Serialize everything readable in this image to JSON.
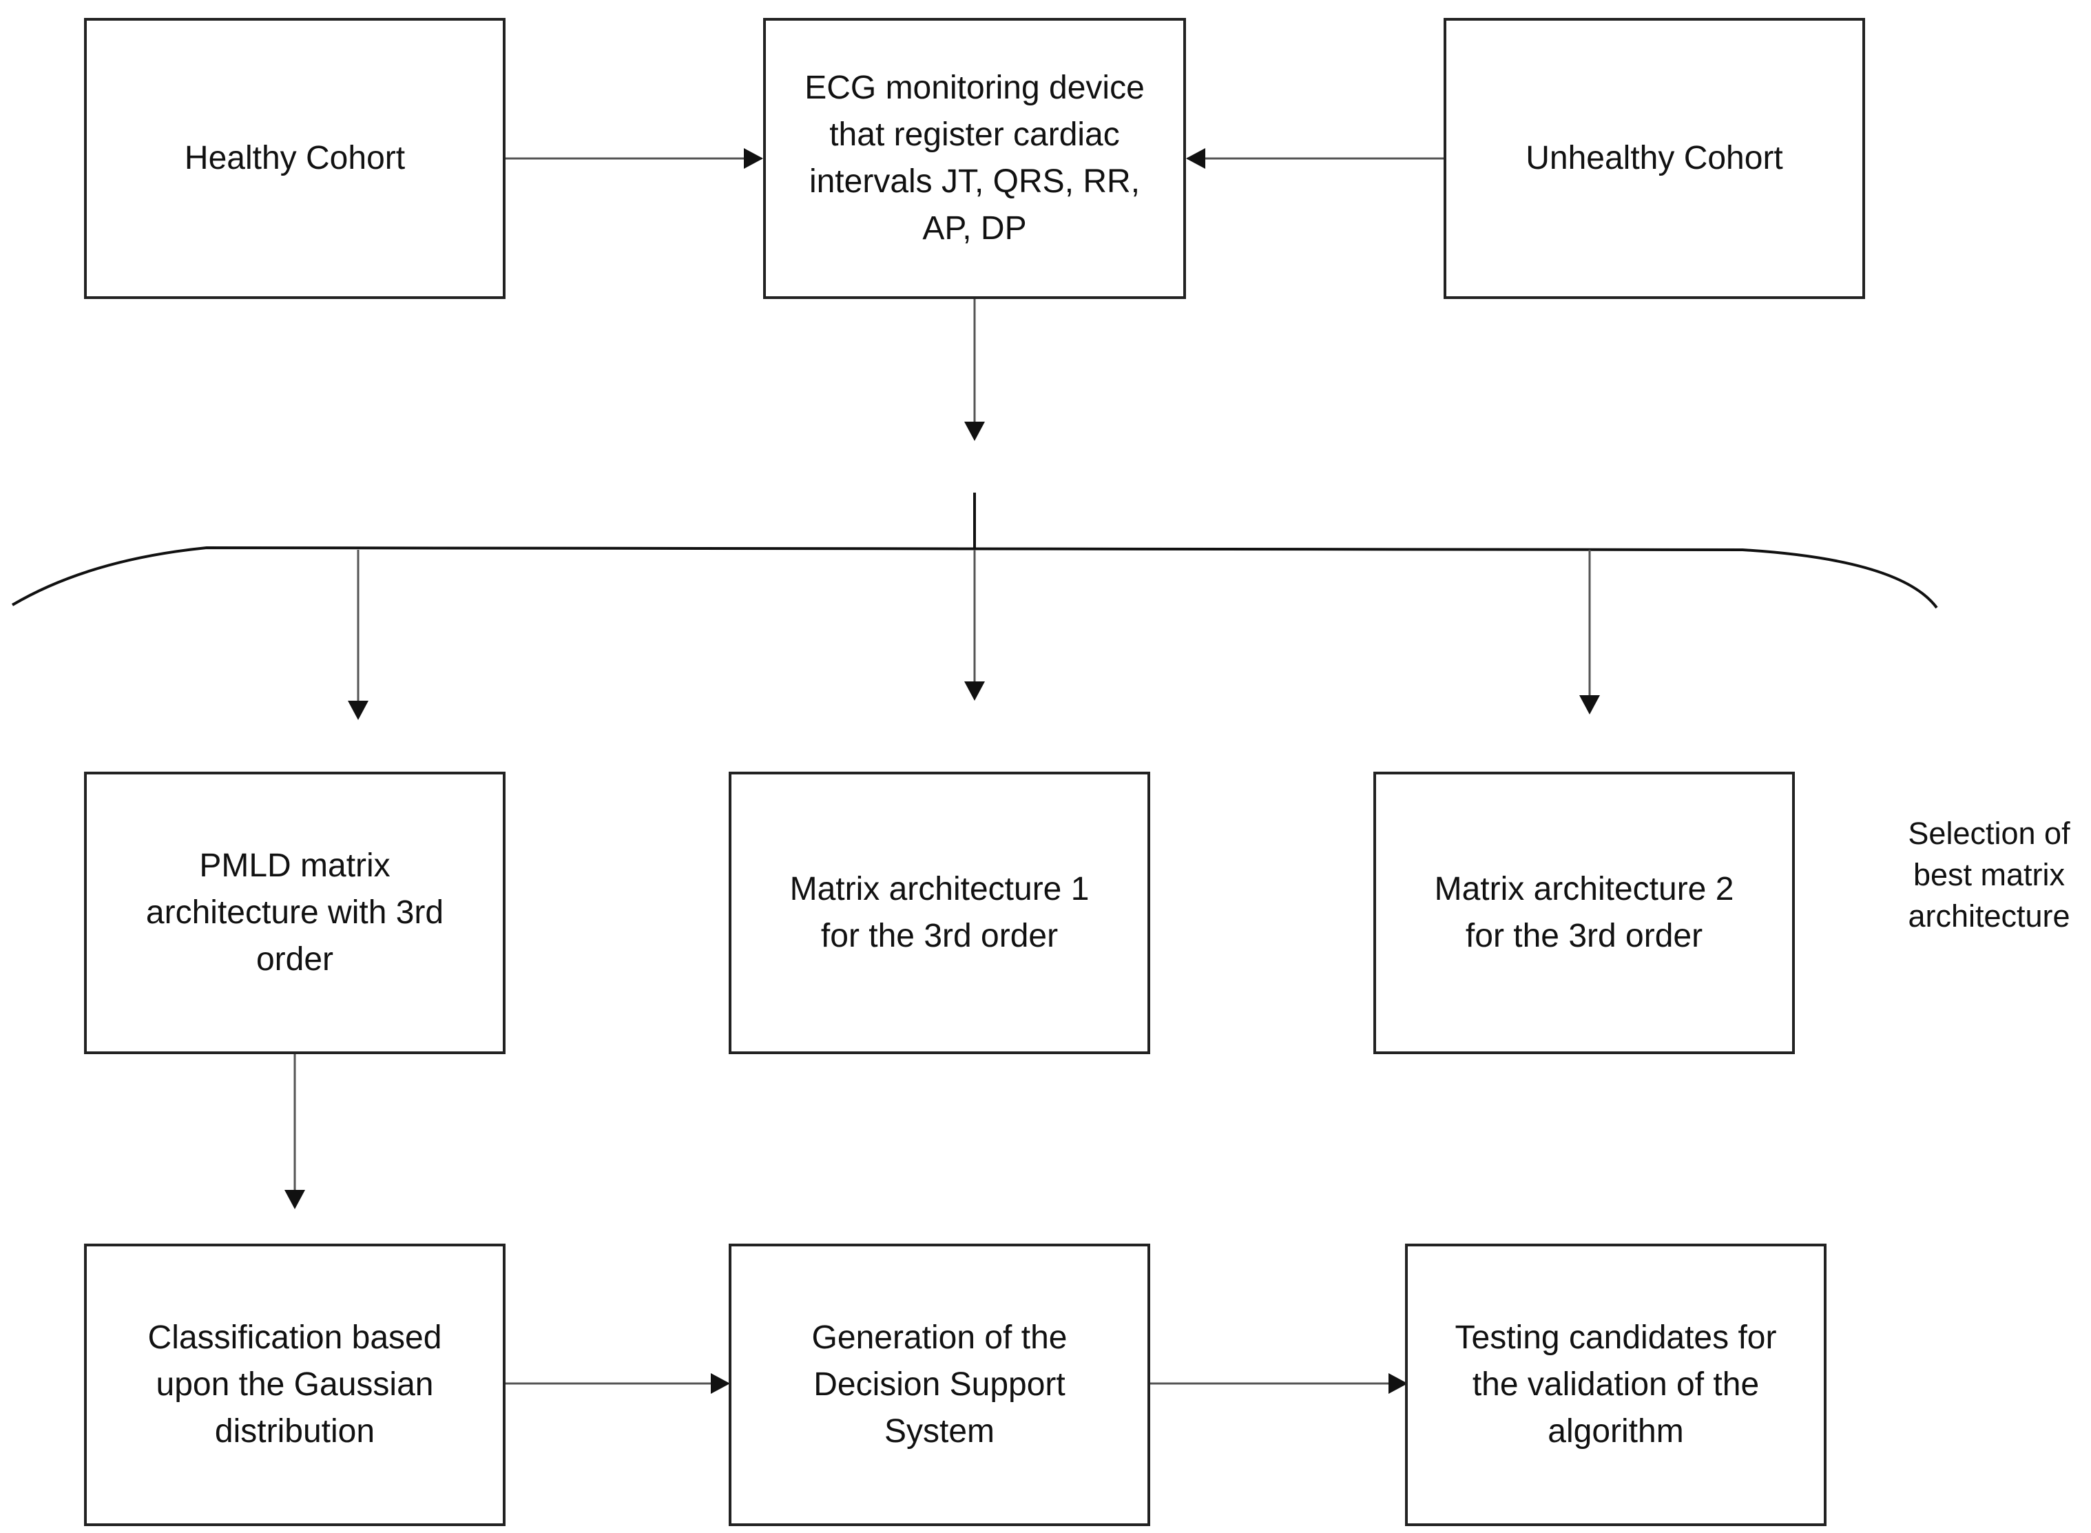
{
  "boxes": {
    "healthy_cohort": "Healthy Cohort",
    "ecg_device": "ECG monitoring device\nthat register cardiac\nintervals JT, QRS, RR,\nAP, DP",
    "unhealthy_cohort": "Unhealthy Cohort",
    "pmld_matrix": "PMLD matrix\narchitecture with 3rd\norder",
    "matrix_arch_1": "Matrix architecture 1\nfor the 3rd order",
    "matrix_arch_2": "Matrix architecture 2\nfor the 3rd order",
    "classification": "Classification based\nupon the Gaussian\ndistribution",
    "decision_support": "Generation of the\nDecision Support\nSystem",
    "testing_candidates": "Testing candidates for\nthe validation of the\nalgorithm"
  },
  "brace_label": "Selection of\nbest matrix\narchitecture",
  "colors": {
    "line": "#555555",
    "border": "#222222"
  }
}
